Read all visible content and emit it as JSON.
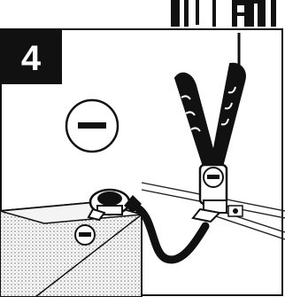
{
  "illustration": {
    "step_number": "4",
    "polarity_symbol": "minus-symbol",
    "clamp_polarity_symbol": "minus-symbol",
    "terminal_polarity_symbol": "minus-symbol",
    "ink_color": "#111111",
    "paper_color": "#ffffff"
  }
}
